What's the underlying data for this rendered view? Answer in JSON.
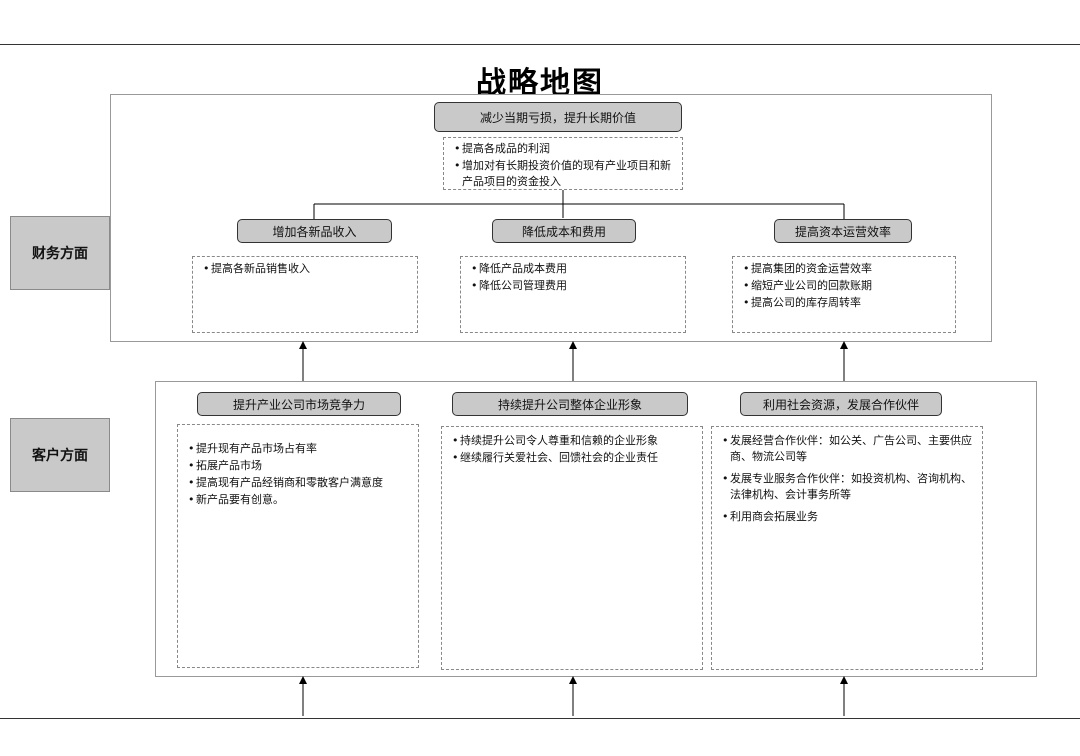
{
  "title": "战略地图",
  "sides": {
    "finance": "财务方面",
    "customer": "客户方面"
  },
  "finance": {
    "top": {
      "header": "减少当期亏损，提升长期价值",
      "items": [
        "提高各成品的利润",
        "增加对有长期投资价值的现有产业项目和新产品项目的资金投入"
      ]
    },
    "columns": [
      {
        "header": "增加各新品收入",
        "items": [
          "提高各新品销售收入"
        ]
      },
      {
        "header": "降低成本和费用",
        "items": [
          "降低产品成本费用",
          "降低公司管理费用"
        ]
      },
      {
        "header": "提高资本运营效率",
        "items": [
          "提高集团的资金运营效率",
          "缩短产业公司的回款账期",
          "提高公司的库存周转率"
        ]
      }
    ]
  },
  "customer": {
    "columns": [
      {
        "header": "提升产业公司市场竞争力",
        "items": [
          "提升现有产品市场占有率",
          "拓展产品市场",
          "提高现有产品经销商和零散客户满意度",
          "新产品要有创意。"
        ]
      },
      {
        "header": "持续提升公司整体企业形象",
        "items": [
          "持续提升公司令人尊重和信赖的企业形象",
          "继续履行关爱社会、回馈社会的企业责任"
        ]
      },
      {
        "header": "利用社会资源，发展合作伙伴",
        "items": [
          "发展经营合作伙伴：如公关、广告公司、主要供应商、物流公司等",
          "发展专业服务合作伙伴：如投资机构、咨询机构、法律机构、会计事务所等",
          "利用商会拓展业务"
        ]
      }
    ]
  }
}
